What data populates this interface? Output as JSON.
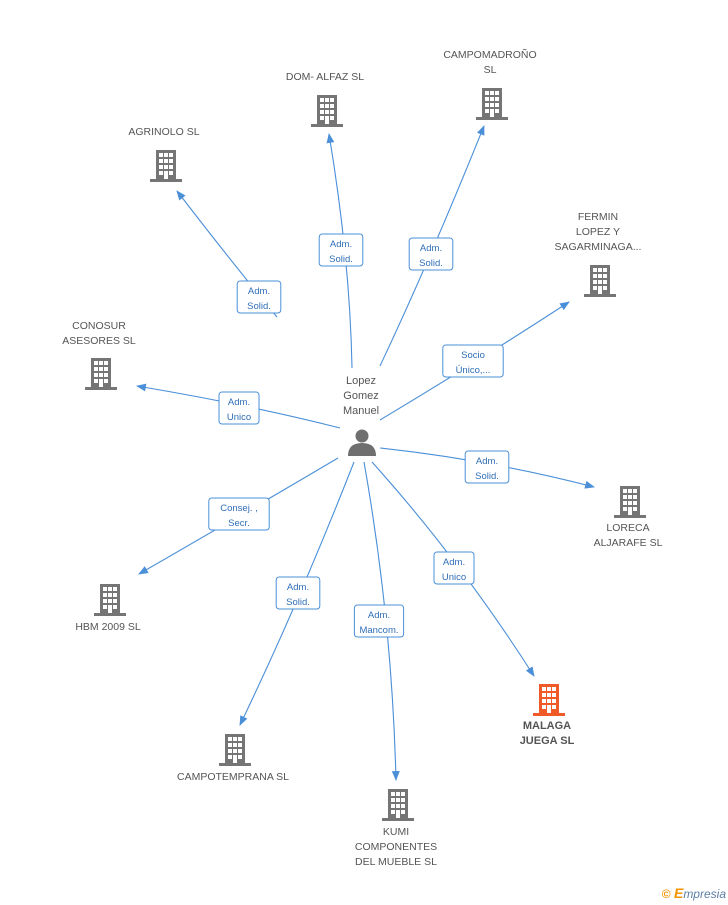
{
  "person": {
    "name_lines": [
      "Lopez",
      "Gomez",
      "Manuel"
    ]
  },
  "companies": [
    {
      "id": "agrinolo",
      "name_lines": [
        "AGRINOLO  SL"
      ],
      "relation_lines": [
        "Adm.",
        "Solid."
      ],
      "highlight": false
    },
    {
      "id": "dom-alfaz",
      "name_lines": [
        "DOM- ALFAZ SL"
      ],
      "relation_lines": [
        "Adm.",
        "Solid."
      ],
      "highlight": false
    },
    {
      "id": "campomadrono",
      "name_lines": [
        "CAMPOMADROÑO",
        "SL"
      ],
      "relation_lines": [
        "Adm.",
        "Solid."
      ],
      "highlight": false
    },
    {
      "id": "fermin-lopez",
      "name_lines": [
        "FERMIN",
        "LOPEZ Y",
        "SAGARMINAGA..."
      ],
      "relation_lines": [
        "Socio",
        "Único,..."
      ],
      "highlight": false
    },
    {
      "id": "conosur",
      "name_lines": [
        "CONOSUR",
        "ASESORES  SL"
      ],
      "relation_lines": [
        "Adm.",
        "Unico"
      ],
      "highlight": false
    },
    {
      "id": "loreca",
      "name_lines": [
        "LORECA",
        "ALJARAFE SL"
      ],
      "relation_lines": [
        "Adm.",
        "Solid."
      ],
      "highlight": false
    },
    {
      "id": "hbm-2009",
      "name_lines": [
        "HBM 2009 SL"
      ],
      "relation_lines": [
        "Consej. ,",
        "Secr."
      ],
      "highlight": false
    },
    {
      "id": "malaga-juega",
      "name_lines": [
        "MALAGA",
        "JUEGA SL"
      ],
      "relation_lines": [
        "Adm.",
        "Unico"
      ],
      "highlight": true
    },
    {
      "id": "campotemprana",
      "name_lines": [
        "CAMPOTEMPRANA SL"
      ],
      "relation_lines": [
        "Adm.",
        "Solid."
      ],
      "highlight": false
    },
    {
      "id": "kumi",
      "name_lines": [
        "KUMI",
        "COMPONENTES",
        "DEL MUEBLE SL"
      ],
      "relation_lines": [
        "Adm.",
        "Mancom."
      ],
      "highlight": false
    }
  ],
  "colors": {
    "edge": "#4a8fd8",
    "building": "#757575",
    "building_highlight": "#f05a28",
    "person": "#6f6f6f"
  },
  "footer": {
    "copyright": "©",
    "brand_initial": "E",
    "brand_rest": "mpresia"
  }
}
